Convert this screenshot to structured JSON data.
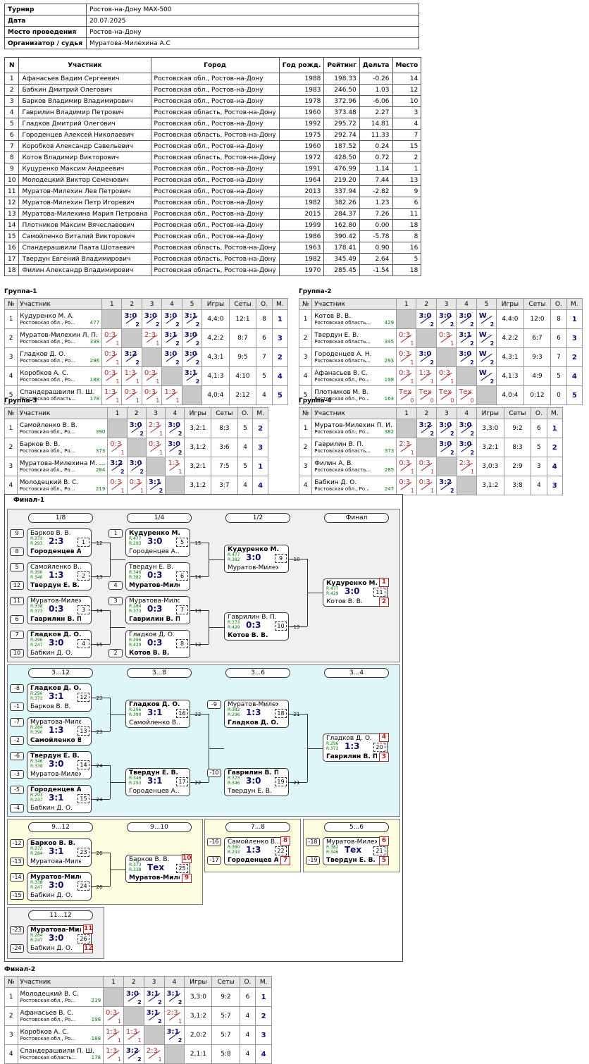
{
  "info": [
    {
      "k": "Турнир",
      "v": "Ростов-на-Дону MAX-500"
    },
    {
      "k": "Дата",
      "v": "20.07.2025"
    },
    {
      "k": "Место проведения",
      "v": "Ростов-на-Дону"
    },
    {
      "k": "Организатор / судья",
      "v": "Муратова-Милехина А.С"
    }
  ],
  "participants": {
    "headers": [
      "N",
      "Участник",
      "Город",
      "Год рожд.",
      "Рейтинг",
      "Дельта",
      "Место"
    ],
    "rows": [
      [
        "1",
        "Афанасьев Вадим Сергеевич",
        "Ростовская обл., Ростов-на-Дону",
        "1988",
        "198.33",
        "-0.26",
        "14"
      ],
      [
        "2",
        "Бабкин Дмитрий Олегович",
        "Ростовская обл., Ростов-на-Дону",
        "1983",
        "246.50",
        "1.03",
        "12"
      ],
      [
        "3",
        "Барков Владимир Владимирович",
        "Ростовская обл., Ростов-на-Дону",
        "1978",
        "372.96",
        "-6.06",
        "10"
      ],
      [
        "4",
        "Гаврилин Владимир Петрович",
        "Ростовская область, Ростов-на-Дону",
        "1960",
        "373.48",
        "2.27",
        "3"
      ],
      [
        "5",
        "Гладков Дмитрий Олегович",
        "Ростовская обл., Ростов-на-Дону",
        "1992",
        "295.72",
        "14.81",
        "4"
      ],
      [
        "6",
        "Городенцев Алексей Николаевич",
        "Ростовская область, Ростов-на-Дону",
        "1975",
        "292.74",
        "11.33",
        "7"
      ],
      [
        "7",
        "Коробков Александр Савельевич",
        "Ростовская обл., Ростов-на-Дону",
        "1960",
        "187.52",
        "0.24",
        "15"
      ],
      [
        "8",
        "Котов Владимир Викторович",
        "Ростовская область, Ростов-на-Дону",
        "1972",
        "428.50",
        "0.72",
        "2"
      ],
      [
        "9",
        "Куцуренко Максим Андреевич",
        "Ростовская обл., Ростов-на-Дону",
        "1991",
        "476.99",
        "1.14",
        "1"
      ],
      [
        "10",
        "Молодецкий Виктор Семенович",
        "Ростовская обл., Ростов-на-Дону",
        "1964",
        "219.20",
        "7.44",
        "13"
      ],
      [
        "11",
        "Муратов-Милехин Лев Петрович",
        "Ростовская обл., Ростов-на-Дону",
        "2013",
        "337.94",
        "-2.82",
        "9"
      ],
      [
        "12",
        "Муратов-Милехин Петр Игоревич",
        "Ростовская обл., Ростов-на-Дону",
        "1982",
        "382.26",
        "1.23",
        "6"
      ],
      [
        "13",
        "Муратова-Милехина Мария Петровна",
        "Ростовская обл., Ростов-на-Дону",
        "2015",
        "284.37",
        "7.26",
        "11"
      ],
      [
        "14",
        "Плотников Максим Вячеславович",
        "Ростовская обл., Ростов-на-Дону",
        "1999",
        "162.80",
        "0.00",
        "18"
      ],
      [
        "15",
        "Самойленко Виталий Викторович",
        "Ростовская обл., Ростов-на-Дону",
        "1986",
        "390.42",
        "-5.78",
        "8"
      ],
      [
        "16",
        "Спандерашвили Паата Шотаевич",
        "Ростовская область, Ростов-на-Дону",
        "1963",
        "178.41",
        "0.90",
        "16"
      ],
      [
        "17",
        "Твердун Евгений Владимирович",
        "Ростовская область, Ростов-на-Дону",
        "1982",
        "345.49",
        "2.64",
        "5"
      ],
      [
        "18",
        "Филин Александр Владимирович",
        "Ростовская область, Ростов-на-Дону",
        "1970",
        "285.45",
        "-1.54",
        "18"
      ]
    ]
  },
  "groupHeaders": {
    "no": "№",
    "name": "Участник",
    "games": "Игры",
    "sets": "Сеты",
    "pts": "О.",
    "place": "М."
  },
  "groups": [
    {
      "title": "Группа-1",
      "rows": [
        {
          "n": "1",
          "name": "Кудуренко М. А.",
          "city": "Ростовская обл., Ро...",
          "r": "477",
          "cells": [
            "X",
            "3:0|2|w",
            "3:0|2|w",
            "3:0|2|w",
            "3:1|2|w"
          ],
          "g": "4,4:0",
          "s": "12:1",
          "o": "8",
          "m": "1"
        },
        {
          "n": "2",
          "name": "Муратов-Милехин Л. П.",
          "city": "Ростовская обл., Ро...",
          "r": "338",
          "cells": [
            "0:3|1|l",
            "X",
            "2:3|1|l",
            "3:1|2|w",
            "3:0|2|w"
          ],
          "g": "4,2:2",
          "s": "8:7",
          "o": "6",
          "m": "3"
        },
        {
          "n": "3",
          "name": "Гладков Д. О.",
          "city": "Ростовская обл., Ро...",
          "r": "296",
          "cells": [
            "0:3|1|l",
            "3:2|2|w",
            "X",
            "3:0|2|w",
            "3:0|2|w"
          ],
          "g": "4,3:1",
          "s": "9:5",
          "o": "7",
          "m": "2"
        },
        {
          "n": "4",
          "name": "Коробков А. С.",
          "city": "Ростовская обл., Ро...",
          "r": "188",
          "cells": [
            "0:3|1|l",
            "1:3|1|l",
            "0:3|1|l",
            "X",
            "3:1|2|w"
          ],
          "g": "4,1:3",
          "s": "4:10",
          "o": "5",
          "m": "4"
        },
        {
          "n": "5",
          "name": "Спандерашвили П. Ш.",
          "city": "Ростовская область...",
          "r": "178",
          "cells": [
            "1:3|1|l",
            "0:3|1|l",
            "0:3|1|l",
            "1:3|1|l",
            "X"
          ],
          "g": "4,0:4",
          "s": "2:12",
          "o": "4",
          "m": "5"
        }
      ]
    },
    {
      "title": "Группа-2",
      "rows": [
        {
          "n": "1",
          "name": "Котов В. В.",
          "city": "Ростовская область...",
          "r": "429",
          "cells": [
            "X",
            "3:0|2|w",
            "3:0|2|w",
            "3:0|2|w",
            "W|2|w"
          ],
          "g": "4,4:0",
          "s": "12:0",
          "o": "8",
          "m": "1"
        },
        {
          "n": "2",
          "name": "Твердун Е. В.",
          "city": "Ростовская область...",
          "r": "345",
          "cells": [
            "0:3|1|l",
            "X",
            "0:3|1|l",
            "3:1|2|w",
            "W|2|w"
          ],
          "g": "4,2:2",
          "s": "6:7",
          "o": "6",
          "m": "3"
        },
        {
          "n": "3",
          "name": "Городенцев А. Н.",
          "city": "Ростовская область...",
          "r": "293",
          "cells": [
            "0:3|1|l",
            "3:0|2|w",
            "X",
            "3:0|2|w",
            "W|2|w"
          ],
          "g": "4,3:1",
          "s": "9:3",
          "o": "7",
          "m": "2"
        },
        {
          "n": "4",
          "name": "Афанасьев В. С.",
          "city": "Ростовская обл., Ро...",
          "r": "198",
          "cells": [
            "0:3|1|l",
            "1:3|1|l",
            "0:3|1|l",
            "X",
            "W|2|w"
          ],
          "g": "4,1:3",
          "s": "4:9",
          "o": "5",
          "m": "4"
        },
        {
          "n": "5",
          "name": "Плотников М. В.",
          "city": "Ростовская обл., Ро...",
          "r": "163",
          "cells": [
            "Тех|0|l",
            "Тех|0|l",
            "Тех|0|l",
            "Тех|0|l",
            "X"
          ],
          "g": "4,0:4",
          "s": "0:12",
          "o": "0",
          "m": "5"
        }
      ]
    },
    {
      "title": "Группа-3",
      "rows": [
        {
          "n": "1",
          "name": "Самойленко В. В.",
          "city": "Ростовская обл., Ро...",
          "r": "390",
          "cells": [
            "X",
            "3:0|2|w",
            "2:3|1|l",
            "3:0|2|w"
          ],
          "g": "3,2:1",
          "s": "8:3",
          "o": "5",
          "m": "2"
        },
        {
          "n": "2",
          "name": "Барков В. В.",
          "city": "Ростовская обл., Ро...",
          "r": "373",
          "cells": [
            "0:3|1|l",
            "X",
            "0:3|1|l",
            "3:0|2|w"
          ],
          "g": "3,1:2",
          "s": "3:6",
          "o": "4",
          "m": "3"
        },
        {
          "n": "3",
          "name": "Муратова-Милехина М. ...",
          "city": "Ростовская обл., Ро...",
          "r": "284",
          "cells": [
            "3:2|2|w",
            "3:0|2|w",
            "X",
            "1:3|1|l"
          ],
          "g": "3,2:1",
          "s": "7:5",
          "o": "5",
          "m": "1"
        },
        {
          "n": "4",
          "name": "Молодецкий В. С.",
          "city": "Ростовская обл., Ро...",
          "r": "219",
          "cells": [
            "0:3|1|l",
            "0:3|1|l",
            "3:1|2|w",
            "X"
          ],
          "g": "3,1:2",
          "s": "3:7",
          "o": "4",
          "m": "4"
        }
      ]
    },
    {
      "title": "Группа-4",
      "rows": [
        {
          "n": "1",
          "name": "Муратов-Милехин П. И.",
          "city": "Ростовская обл., Ро...",
          "r": "382",
          "cells": [
            "X",
            "3:2|2|w",
            "3:0|2|w",
            "3:0|2|w"
          ],
          "g": "3,3:0",
          "s": "9:2",
          "o": "6",
          "m": "1"
        },
        {
          "n": "2",
          "name": "Гаврилин В. П.",
          "city": "Ростовская область...",
          "r": "373",
          "cells": [
            "2:3|1|l",
            "X",
            "3:0|2|w",
            "3:0|2|w"
          ],
          "g": "3,2:1",
          "s": "8:3",
          "o": "5",
          "m": "2"
        },
        {
          "n": "3",
          "name": "Филин А. В.",
          "city": "Ростовская область...",
          "r": "285",
          "cells": [
            "0:3|1|l",
            "0:3|1|l",
            "X",
            "2:3|1|l"
          ],
          "g": "3,0:3",
          "s": "2:9",
          "o": "3",
          "m": "4"
        },
        {
          "n": "4",
          "name": "Бабкин Д. О.",
          "city": "Ростовская обл., Ро...",
          "r": "247",
          "cells": [
            "0:3|1|l",
            "0:3|1|l",
            "3:2|2|w",
            "X"
          ],
          "g": "3,1:2",
          "s": "3:8",
          "o": "4",
          "m": "3"
        }
      ]
    },
    {
      "title": "Финал-2",
      "rows": [
        {
          "n": "1",
          "name": "Молодецкий В. С.",
          "city": "Ростовская обл., Ро...",
          "r": "219",
          "cells": [
            "X",
            "3:0|2|w",
            "3:1|2|w",
            "3:1|2|w"
          ],
          "g": "3,3:0",
          "s": "9:2",
          "o": "6",
          "m": "1"
        },
        {
          "n": "2",
          "name": "Афанасьев В. С.",
          "city": "Ростовская обл., Ро...",
          "r": "198",
          "cells": [
            "0:3|1|l",
            "X",
            "3:1|2|w",
            "2:3|1|l"
          ],
          "g": "3,1:2",
          "s": "5:7",
          "o": "4",
          "m": "2"
        },
        {
          "n": "3",
          "name": "Коробков А. С.",
          "city": "Ростовская обл., Ро...",
          "r": "188",
          "cells": [
            "1:3|1|l",
            "1:3|1|l",
            "X",
            "3:1|2|w"
          ],
          "g": "2,0:2",
          "s": "5:7",
          "o": "4",
          "m": "3"
        },
        {
          "n": "4",
          "name": "Спандерашвили П. Ш.",
          "city": "Ростовская область...",
          "r": "178",
          "cells": [
            "1:3|1|l",
            "3:2|2|w",
            "2:3|1|l",
            "X"
          ],
          "g": "2,1:1",
          "s": "5:8",
          "o": "4",
          "m": "4"
        }
      ]
    }
  ],
  "final1": {
    "title": "Финал-1",
    "rounds": {
      "r8": "1/8",
      "r4": "1/4",
      "r2": "1/2",
      "f": "Финал",
      "c312": "3...12",
      "c38": "3...8",
      "c36": "3...6",
      "c34": "3...4",
      "c912": "9...12",
      "c910": "9...10",
      "c78": "7...8",
      "c56": "5...6",
      "c1112": "11...12"
    },
    "matches": [
      {
        "id": "1",
        "p1": "Барков В. В.",
        "r1": "R:373",
        "p2": "Городенцев А....",
        "r2": "R:293",
        "s": "2:3",
        "w": 2,
        "s1": "9",
        "s2": "8",
        "out": "-12"
      },
      {
        "id": "2",
        "p1": "Самойленко В....",
        "r1": "R:390",
        "p2": "Твердун Е. В.",
        "r2": "R:346",
        "s": "1:3",
        "w": 2,
        "s1": "5",
        "s2": "12",
        "out": "-13"
      },
      {
        "id": "3",
        "p1": "Муратов-Милех...",
        "r1": "R:338",
        "p2": "Гаврилин В. П.",
        "r2": "R:373",
        "s": "0:3",
        "w": 2,
        "s1": "11",
        "s2": "6",
        "out": "-14"
      },
      {
        "id": "4",
        "p1": "Гладков Д. О.",
        "r1": "R:296",
        "p2": "Бабкин Д. О.",
        "r2": "R:247",
        "s": "3:0",
        "w": 1,
        "s1": "7",
        "s2": "10",
        "out": "-15"
      },
      {
        "id": "5",
        "p1": "Кудуренко М. А.",
        "r1": "R:477",
        "p2": "Городенцев А....",
        "r2": "R:293",
        "s": "3:0",
        "w": 1,
        "s1": "1",
        "out": "-15"
      },
      {
        "id": "6",
        "p1": "Твердун Е. В.",
        "r1": "R:346",
        "p2": "Муратов-Милех...",
        "r2": "R:382",
        "s": "0:3",
        "w": 2,
        "s2": "4",
        "out": "-14"
      },
      {
        "id": "7",
        "p1": "Муратова-Мило...",
        "r1": "R:284",
        "p2": "Гаврилин В. П.",
        "r2": "R:373",
        "s": "0:3",
        "w": 2,
        "s1": "3",
        "out": "-13"
      },
      {
        "id": "8",
        "p1": "Гладков Д. О.",
        "r1": "R:296",
        "p2": "Котов В. В.",
        "r2": "R:429",
        "s": "0:3",
        "w": 2,
        "s2": "2",
        "out": "-12"
      },
      {
        "id": "9",
        "p1": "Кудуренко М. А.",
        "r1": "R:477",
        "p2": "Муратов-Милех...",
        "r2": "R:382",
        "s": "3:0",
        "w": 1,
        "out": "-18"
      },
      {
        "id": "10",
        "p1": "Гаврилин В. П.",
        "r1": "R:373",
        "p2": "Котов В. В.",
        "r2": "R:429",
        "s": "0:3",
        "w": 2,
        "out": "-19"
      },
      {
        "id": "11",
        "p1": "Кудуренко М. А.",
        "r1": "R:477",
        "p2": "Котов В. В.",
        "r2": "R:429",
        "s": "3:0",
        "w": 1,
        "rk1": "1",
        "rk2": "2"
      },
      {
        "id": "12",
        "p1": "Гладков Д. О.",
        "r1": "R:296",
        "p2": "Барков В. В.",
        "r2": "R:373",
        "s": "3:1",
        "w": 1,
        "s1": "-8",
        "s2": "-1",
        "out": "-23"
      },
      {
        "id": "13",
        "p1": "Муратова-Миле...",
        "r1": "R:284",
        "p2": "Самойленко В....",
        "r2": "R:390",
        "s": "1:3",
        "w": 2,
        "s1": "-7",
        "s2": "-2",
        "out": "-23"
      },
      {
        "id": "14",
        "p1": "Твердун Е. В.",
        "r1": "R:346",
        "p2": "Муратов-Милех...",
        "r2": "R:338",
        "s": "3:0",
        "w": 1,
        "s1": "-6",
        "s2": "-3",
        "out": "-24"
      },
      {
        "id": "15",
        "p1": "Городенцев А....",
        "r1": "R:293",
        "p2": "Бабкин Д. О.",
        "r2": "R:247",
        "s": "3:1",
        "w": 1,
        "s1": "-5",
        "s2": "-4",
        "out": "-24"
      },
      {
        "id": "16",
        "p1": "Гладков Д. О.",
        "r1": "R:296",
        "p2": "Самойленко В....",
        "r2": "R:390",
        "s": "3:1",
        "w": 1,
        "out": "-22"
      },
      {
        "id": "17",
        "p1": "Твердун Е. В.",
        "r1": "R:346",
        "p2": "Городенцев А....",
        "r2": "R:293",
        "s": "3:1",
        "w": 1,
        "out": "-22"
      },
      {
        "id": "18",
        "p1": "Муратов-Милех...",
        "r1": "R:382",
        "p2": "Гладков Д. О.",
        "r2": "R:296",
        "s": "1:3",
        "w": 2,
        "s1": "-9",
        "out": "-21"
      },
      {
        "id": "19",
        "p1": "Гаврилин В. П.",
        "r1": "R:373",
        "p2": "Твердун Е. В.",
        "r2": "R:346",
        "s": "3:0",
        "w": 1,
        "s1": "-10",
        "out": "-21"
      },
      {
        "id": "20",
        "p1": "Гладков Д. О.",
        "r1": "R:296",
        "p2": "Гаврилин В. П.",
        "r2": "R:373",
        "s": "1:3",
        "w": 2,
        "rk1": "4",
        "rk2": "3"
      },
      {
        "id": "23",
        "p1": "Барков В. В.",
        "r1": "R:373",
        "p2": "Муратова-Миле...",
        "r2": "R:284",
        "s": "3:1",
        "w": 1,
        "s1": "-12",
        "s2": "-13",
        "out": "-26"
      },
      {
        "id": "24",
        "p1": "Муратов-Милех...",
        "r1": "R:338",
        "p2": "Бабкин Д. О.",
        "r2": "R:247",
        "s": "3:0",
        "w": 1,
        "s1": "-14",
        "s2": "-15",
        "out": "-26"
      },
      {
        "id": "25",
        "p1": "Барков В. В.",
        "r1": "R:373",
        "p2": "Муратов-Милех...",
        "r2": "R:338",
        "s": "Тех",
        "w": 2,
        "rk1": "10",
        "rk2": "9"
      },
      {
        "id": "22",
        "p1": "Самойленко В....",
        "r1": "R:390",
        "p2": "Городенцев А....",
        "r2": "R:293",
        "s": "1:3",
        "w": 2,
        "s1": "-16",
        "s2": "-17",
        "rk1": "8",
        "rk2": "7"
      },
      {
        "id": "21",
        "p1": "Муратов-Милех...",
        "r1": "R:382",
        "p2": "Твердун Е. В.",
        "r2": "R:346",
        "s": "Тех",
        "w": 2,
        "s1": "-18",
        "s2": "-19",
        "rk1": "6",
        "rk2": "5"
      },
      {
        "id": "26",
        "p1": "Муратова-Миле...",
        "r1": "R:284",
        "p2": "Бабкин Д. О.",
        "r2": "R:247",
        "s": "3:0",
        "w": 1,
        "s1": "-23",
        "s2": "-24",
        "rk1": "11",
        "rk2": "12"
      }
    ]
  }
}
